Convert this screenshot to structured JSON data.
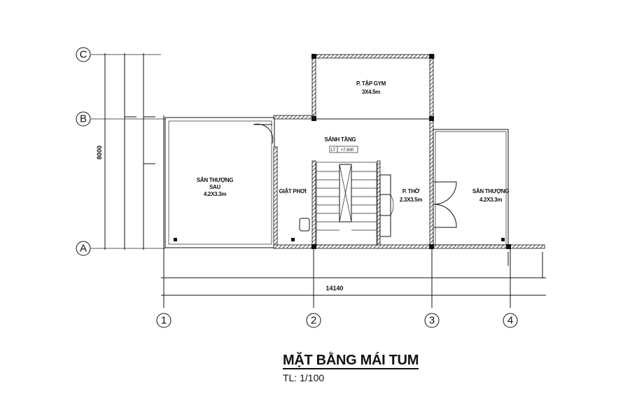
{
  "drawing": {
    "title": "MẶT BẰNG MÁI TUM",
    "scale": "TL: 1/100",
    "axes_rows": [
      "C",
      "B",
      "A"
    ],
    "axes_cols": [
      "1",
      "2",
      "3",
      "4"
    ],
    "dimension_total_width": "14140",
    "dimension_total_depth": "8000",
    "level_tag": "LT",
    "level_value": "+7.600",
    "rooms": {
      "rear_terrace_name": "SÂN THƯỢNG",
      "rear_terrace_name2": "SAU",
      "rear_terrace_size": "4.2X3.3m",
      "laundry": "GIẶT PHƠI",
      "gym_name": "P. TẬP GYM",
      "gym_size": "3X4.5m",
      "hall": "SẢNH TẦNG",
      "altar_name": "P. THỜ",
      "altar_size": "2.3X3.5m",
      "terrace_name": "SÂN THƯỢNG",
      "terrace_size": "4.2X3.3m"
    }
  }
}
